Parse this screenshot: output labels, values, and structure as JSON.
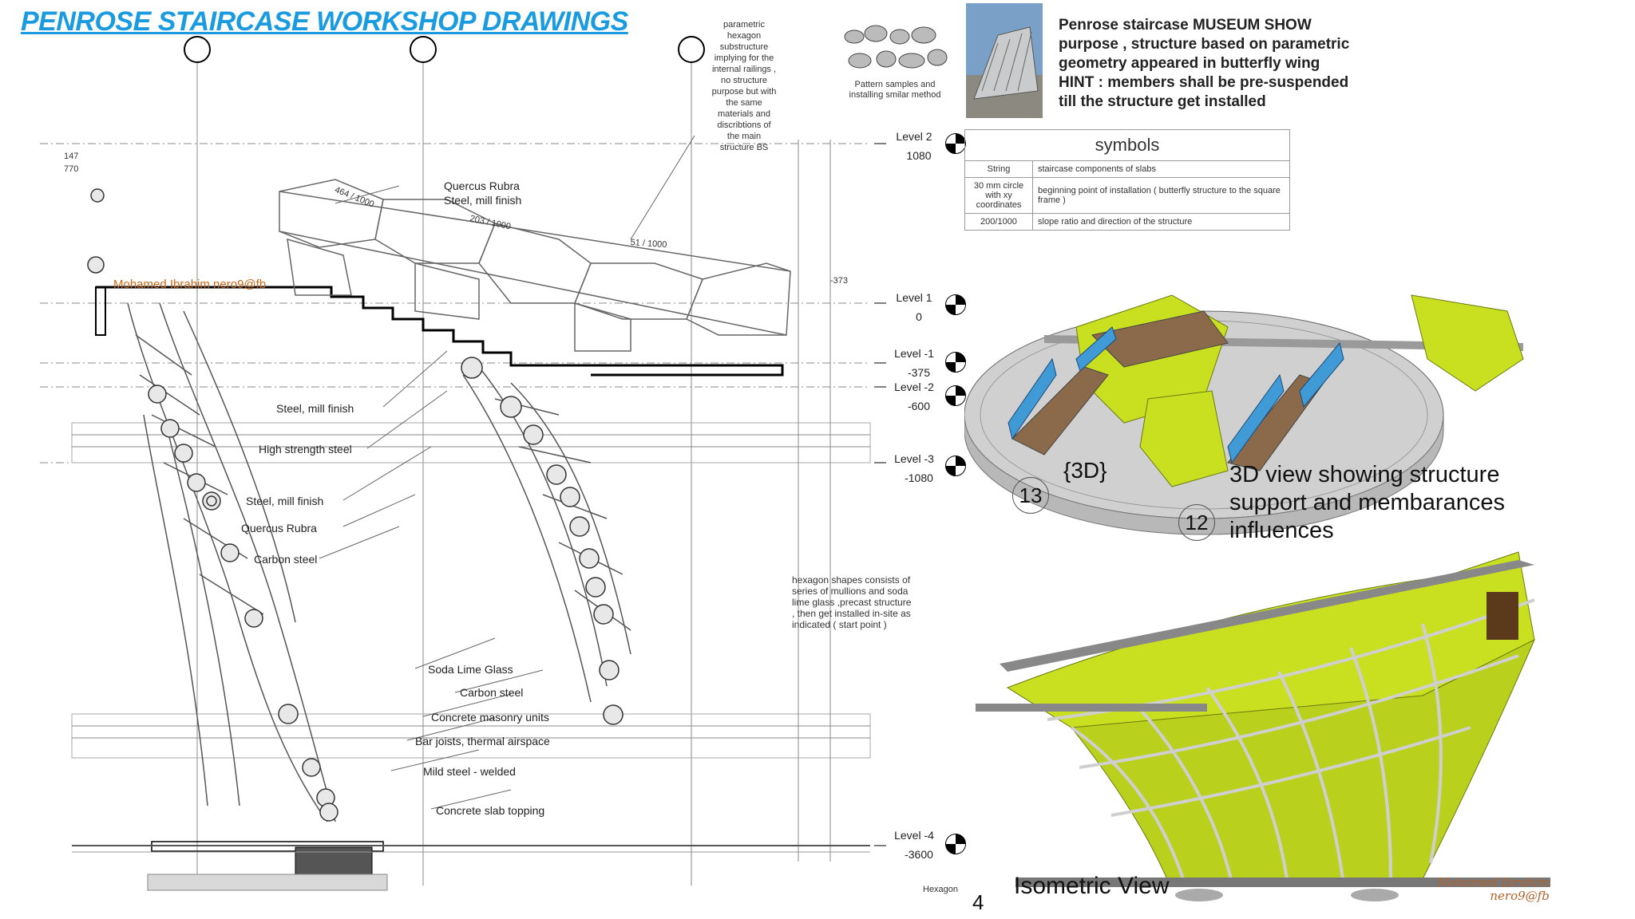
{
  "title": "PENROSE STAIRCASE WORKSHOP DRAWINGS",
  "author_tag": "Mohamed Ibrahim  nero9@fb",
  "grid_note": "parametric hexagon substructure implying for the internal railings , no structure purpose but with the same materials and discribtions of the main structure BS",
  "dimensions": {
    "d147": "147",
    "d770": "770",
    "slope1": "464 / 1000",
    "slope2": "203 / 1000",
    "slope3": "51 / 1000",
    "d373": "-373"
  },
  "materials": [
    "Quercus Rubra",
    "Steel, mill finish",
    "Steel, mill finish",
    "High strength steel",
    "Steel, mill finish",
    "Quercus Rubra",
    "Carbon steel",
    "Soda Lime Glass",
    "Carbon steel",
    "Concrete masonry units",
    "Bar joists, thermal airspace",
    "Mild steel - welded",
    "Concrete slab topping"
  ],
  "hexagon_note": "hexagon shapes consists of series of mullions and soda lime glass ,precast structure , then get installed in-site as indicated ( start point )",
  "levels": [
    {
      "name": "Level 2",
      "value": "1080"
    },
    {
      "name": "Level 1",
      "value": "0"
    },
    {
      "name": "Level -1",
      "value": "-375"
    },
    {
      "name": "Level -2",
      "value": "-600"
    },
    {
      "name": "Level -3",
      "value": "-1080"
    },
    {
      "name": "Level -4",
      "value": "-3600"
    }
  ],
  "pattern_note": "Pattern samples and installing smilar method",
  "museum_note": {
    "line1": "Penrose staircase MUSEUM SHOW",
    "line2": "purpose , structure based on parametric",
    "line3": "geometry appeared in butterfly wing",
    "line4": "HINT : members shall be pre-suspended",
    "line5": "till the structure get installed"
  },
  "symbols": {
    "heading": "symbols",
    "rows": [
      {
        "key": "String",
        "desc": "staircase components of slabs"
      },
      {
        "key": "30 mm circle with xy coordinates",
        "desc": "beginning point of installation ( butterfly structure to the square frame )"
      },
      {
        "key": "200/1000",
        "desc": "slope ratio and direction of the structure"
      }
    ]
  },
  "view3d": {
    "tag": "{3D}",
    "num_a": "13",
    "num_b": "12",
    "caption_l1": "3D view showing structure",
    "caption_l2": "support and membarances",
    "caption_l3": "influences"
  },
  "iso_label": "Isometric View",
  "page_number": "4",
  "hexagon_tag": "Hexagon",
  "signature_l1": "Mohamed Ibrahim",
  "signature_l2": "nero9@fb",
  "colors": {
    "title": "#1a9be0",
    "membrane": "#c9e021",
    "glass": "#3f9ad6",
    "deck": "#8a6a4a",
    "frame": "#d4d4d4"
  }
}
